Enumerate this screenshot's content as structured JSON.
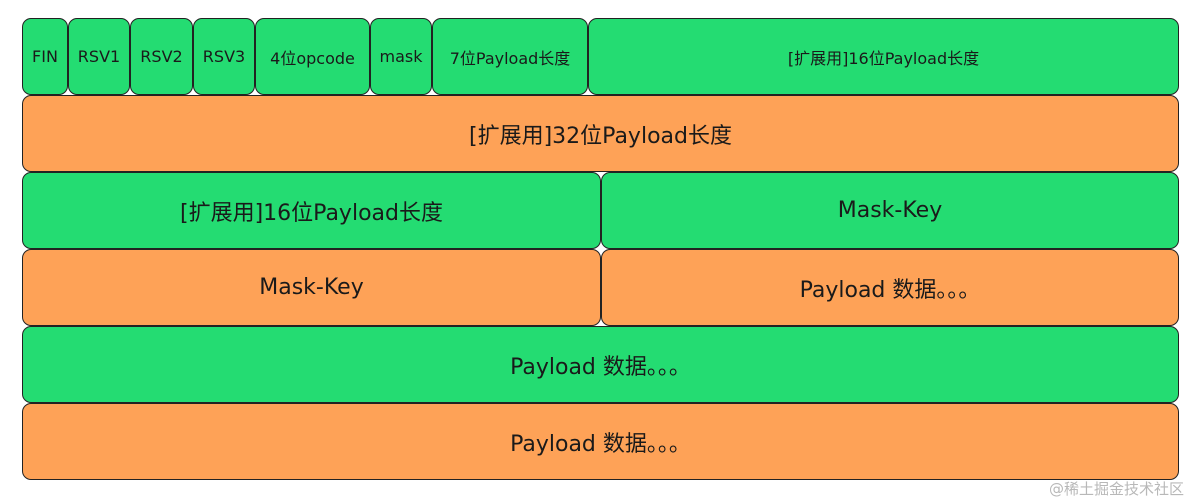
{
  "colors": {
    "green": "#24dc72",
    "orange": "#fea257",
    "border": "#222222"
  },
  "row1": {
    "fin": "FIN",
    "rsv1": "RSV1",
    "rsv2": "RSV2",
    "rsv3": "RSV3",
    "opcode": "4位opcode",
    "mask": "mask",
    "payload_len_7": "7位Payload长度",
    "ext_payload_16": "[扩展用]16位Payload长度"
  },
  "row2": {
    "ext_payload_32": "[扩展用]32位Payload长度"
  },
  "row3": {
    "ext_payload_16": "[扩展用]16位Payload长度",
    "mask_key": "Mask-Key"
  },
  "row4": {
    "mask_key": "Mask-Key",
    "payload_data": "Payload 数据。。。"
  },
  "row5": {
    "payload_data": "Payload 数据。。。"
  },
  "row6": {
    "payload_data": "Payload 数据。。。"
  },
  "watermark": "@稀土掘金技术社区"
}
